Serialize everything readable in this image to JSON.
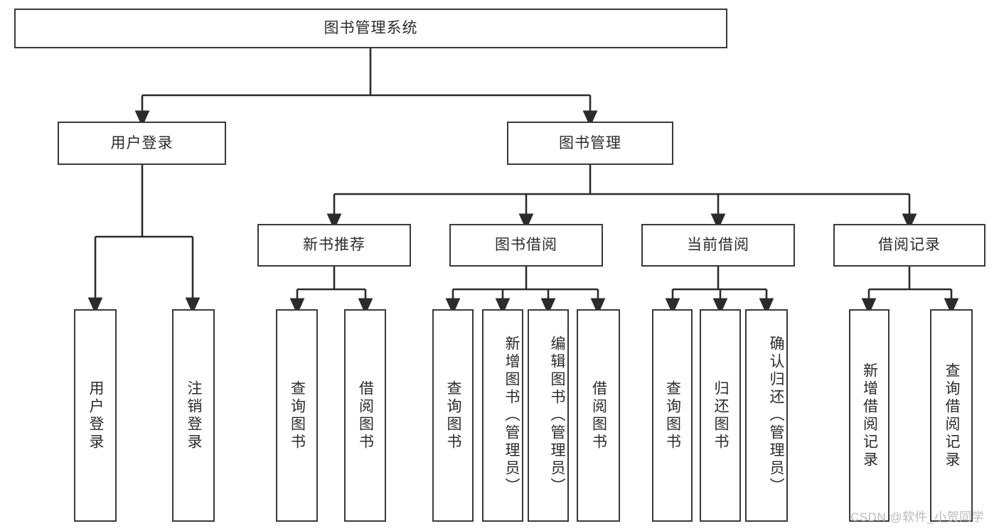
{
  "diagram": {
    "type": "hierarchy-tree",
    "title": "图书管理系统",
    "watermark": "CSDN @软件_小贺同学",
    "colors": {
      "border": "#3a3a3a",
      "background": "#ffffff",
      "text": "#2b2b2b",
      "connector": "#2b2b2b",
      "watermark": "#b9b9b9"
    },
    "nodes": {
      "root": {
        "label": "图书管理系统"
      },
      "level2": [
        {
          "label": "用户登录"
        },
        {
          "label": "图书管理"
        }
      ],
      "level3": [
        {
          "label": "新书推荐"
        },
        {
          "label": "图书借阅"
        },
        {
          "label": "当前借阅"
        },
        {
          "label": "借阅记录"
        }
      ],
      "leaves": {
        "user_login": [
          {
            "label": "用户登录"
          },
          {
            "label": "注销登录"
          }
        ],
        "new_book": [
          {
            "label": "查询图书"
          },
          {
            "label": "借阅图书"
          }
        ],
        "book_borrow": [
          {
            "label": "查询图书"
          },
          {
            "label": "新增图书（管理员）"
          },
          {
            "label": "编辑图书（管理员）"
          },
          {
            "label": "借阅图书"
          }
        ],
        "current_borrow": [
          {
            "label": "查询图书"
          },
          {
            "label": "归还图书"
          },
          {
            "label": "确认归还（管理员）"
          }
        ],
        "borrow_record": [
          {
            "label": "新增借阅记录"
          },
          {
            "label": "查询借阅记录"
          }
        ]
      }
    }
  }
}
